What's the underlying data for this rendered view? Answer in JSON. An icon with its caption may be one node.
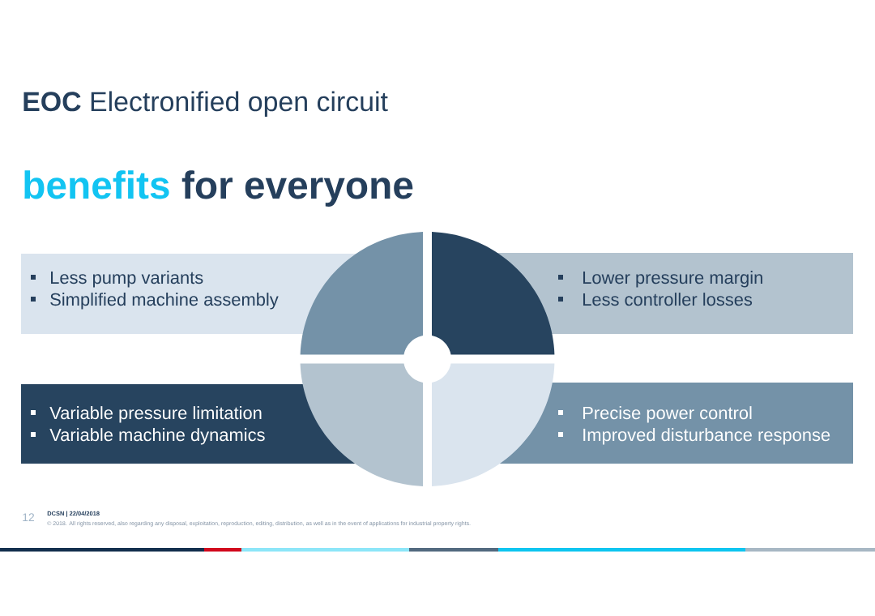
{
  "diagram": {
    "title": "**EOC** Electronified open circuit",
    "nodes": [
      {
        "text": [
          "Less pump variants",
          "Simplified machine assembly"
        ]
      },
      {
        "text": [
          "Lower pressure margin",
          "Less controller losses"
        ]
      },
      {
        "text": [
          "Variable pressure limitation",
          "Variable machine dynamics"
        ]
      },
      {
        "text": [
          "Precise power control",
          "Improved disturbance response"
        ]
      }
    ],
    "labels": [
      "benefits",
      "for everyone",
      "12",
      "DCSN | 22/04/2018",
      "© 2018. All rights reserved, also regarding any disposal, exploitation, reproduction, editing, distribution, as well as in the event of applications for industrial property rights."
    ]
  }
}
